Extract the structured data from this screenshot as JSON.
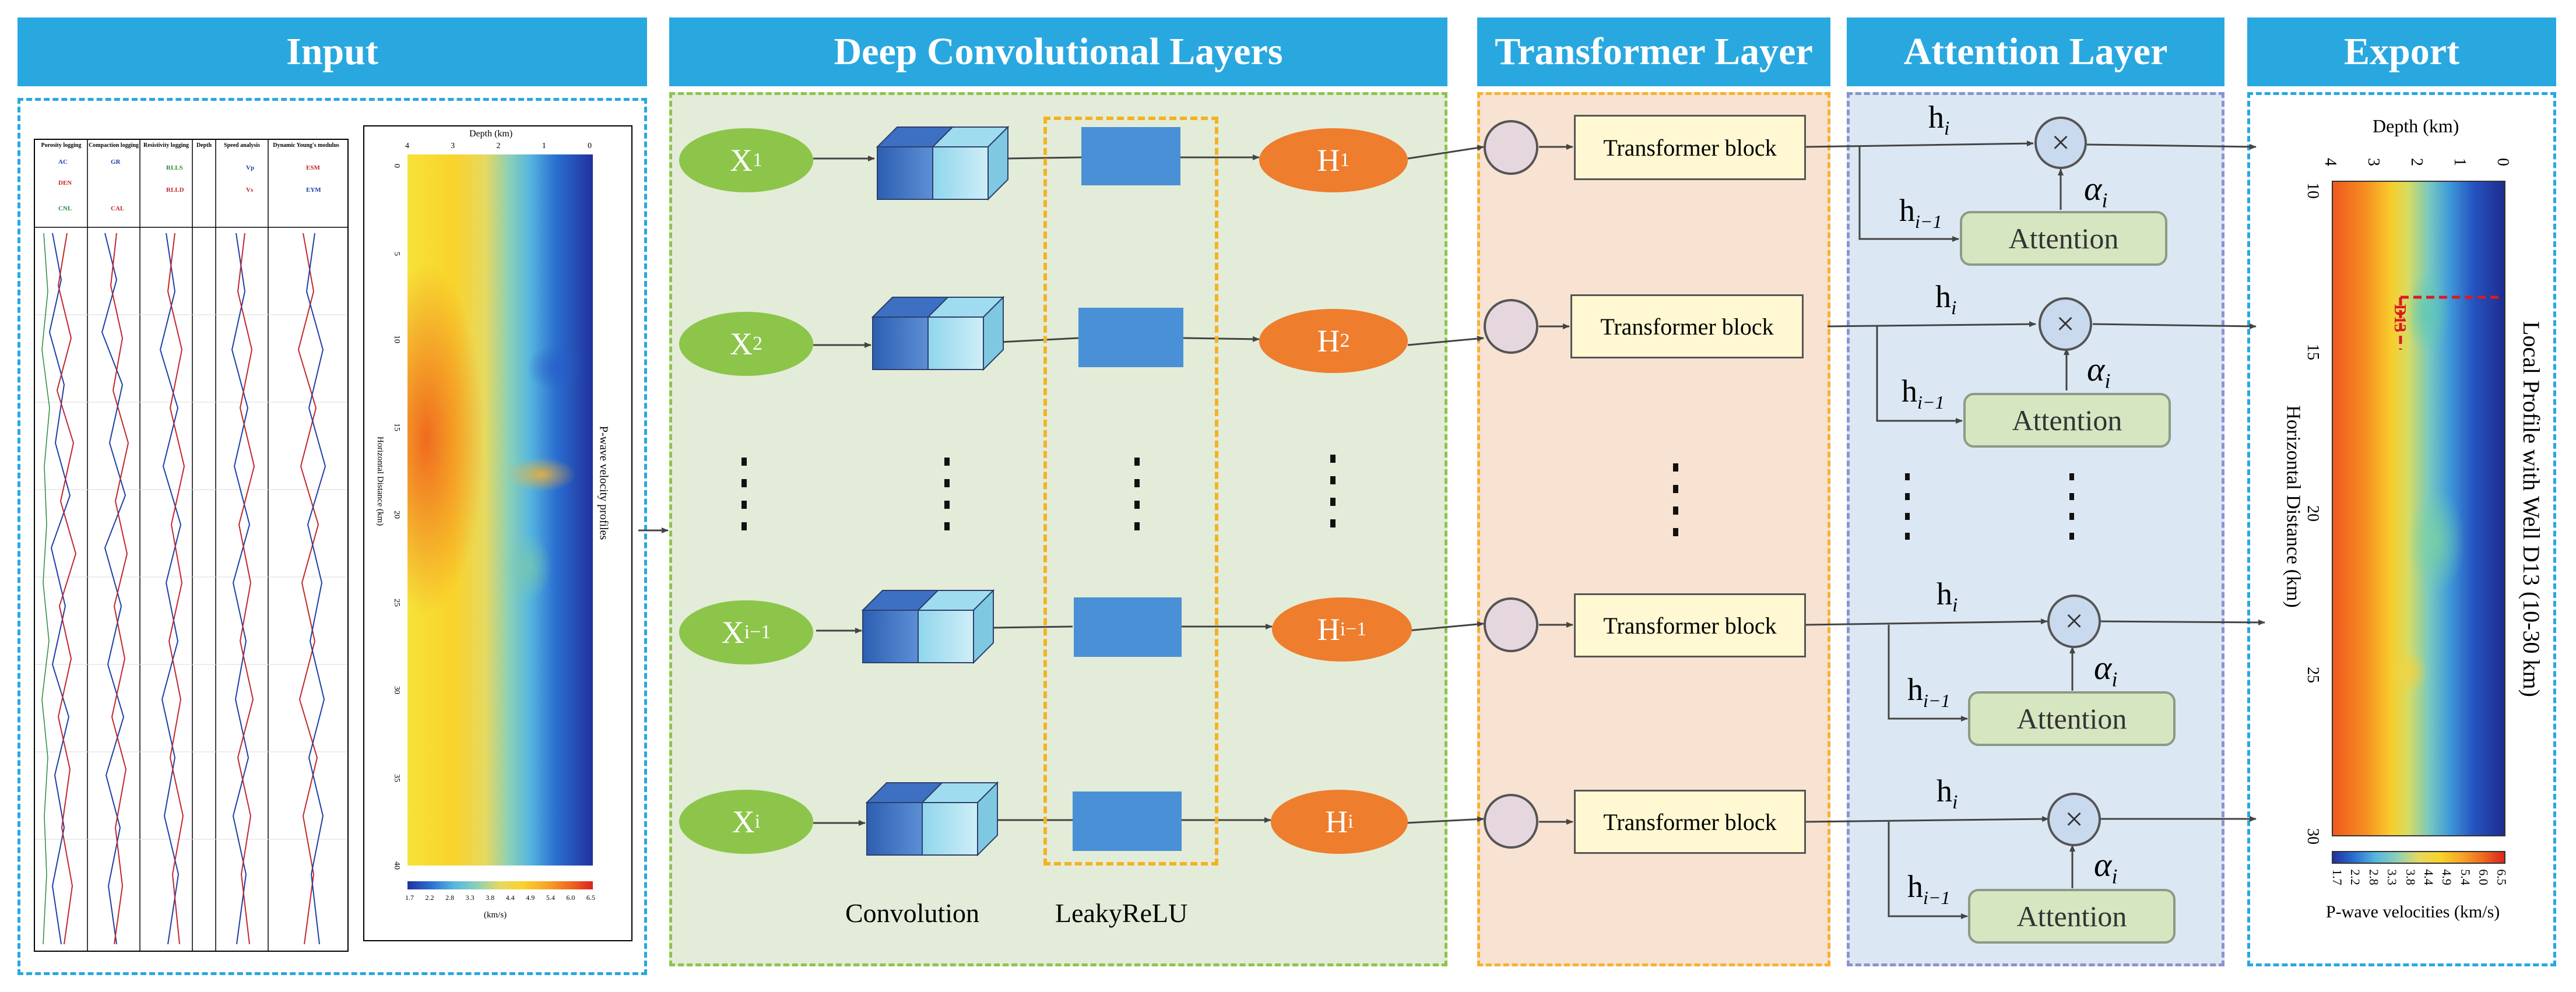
{
  "headers": {
    "input": "Input",
    "conv": "Deep Convolutional Layers",
    "transformer": "Transformer Layer",
    "attention": "Attention Layer",
    "export": "Export"
  },
  "input_panel": {
    "log_columns": [
      "Porosity logging",
      "Compaction logging",
      "Resistivity logging",
      "Depth",
      "Speed analysis",
      "Dynamic Young's modulus"
    ],
    "log_curves": [
      "AC",
      "GR",
      "DEN",
      "CAL",
      "CNL",
      "RLLS",
      "RLLD",
      "Vp",
      "Vs",
      "ESM",
      "EYM"
    ],
    "velocity_profile": {
      "top_label": "Depth (km)",
      "top_ticks": [
        "4",
        "3",
        "2",
        "1",
        "0"
      ],
      "side_ticks": [
        "0",
        "5",
        "10",
        "15",
        "20",
        "25",
        "30",
        "35",
        "40"
      ],
      "side_label": "Horizontal Distance (km)",
      "right_label": "P-wave velocity profiles",
      "colorbar_ticks": [
        "1.7",
        "2.2",
        "2.8",
        "3.3",
        "3.8",
        "4.4",
        "4.9",
        "5.4",
        "6.0",
        "6.5"
      ],
      "colorbar_unit": "(km/s)"
    }
  },
  "conv_panel": {
    "inputs": [
      "X",
      "X",
      "X",
      "X"
    ],
    "input_subs": [
      "1",
      "2",
      "i−1",
      "i"
    ],
    "outputs": [
      "H",
      "H",
      "H",
      "H"
    ],
    "output_subs": [
      "1",
      "2",
      "i−1",
      "i"
    ],
    "convolution_label": "Convolution",
    "leaky_label": "LeakyReLU"
  },
  "transformer_panel": {
    "block_label": "Transformer block"
  },
  "attention_panel": {
    "h_label": "h",
    "h_sub": "i",
    "hprev_sub": "i−1",
    "alpha_label": "α",
    "alpha_sub": "i",
    "attention_label": "Attention",
    "multiply_symbol": "×"
  },
  "export_panel": {
    "top_label": "Depth (km)",
    "top_ticks": [
      "4",
      "3",
      "2",
      "1",
      "0"
    ],
    "side_ticks": [
      "10",
      "15",
      "20",
      "25",
      "30"
    ],
    "side_label": "Horizontal Distance (km)",
    "right_label": "Local Profile with Well D13 (10-30 km)",
    "well_label": "D13",
    "colorbar_ticks": [
      "1.7",
      "2.2",
      "2.8",
      "3.3",
      "3.8",
      "4.4",
      "4.9",
      "5.4",
      "6.0",
      "6.5"
    ],
    "colorbar_label": "P-wave velocities (km/s)"
  },
  "colors": {
    "header": "#29a8e0",
    "input_border": "#29a8e0",
    "conv_bg": "#e3ecd8",
    "conv_border": "#8fc34f",
    "transformer_bg": "#f8e2d1",
    "transformer_border": "#f5b233",
    "attention_bg": "#dbe8f3",
    "attention_border": "#8b93cf",
    "x_node": "#8cc54a",
    "h_node": "#ee7d2d",
    "leaky_dash": "#f4b223"
  }
}
